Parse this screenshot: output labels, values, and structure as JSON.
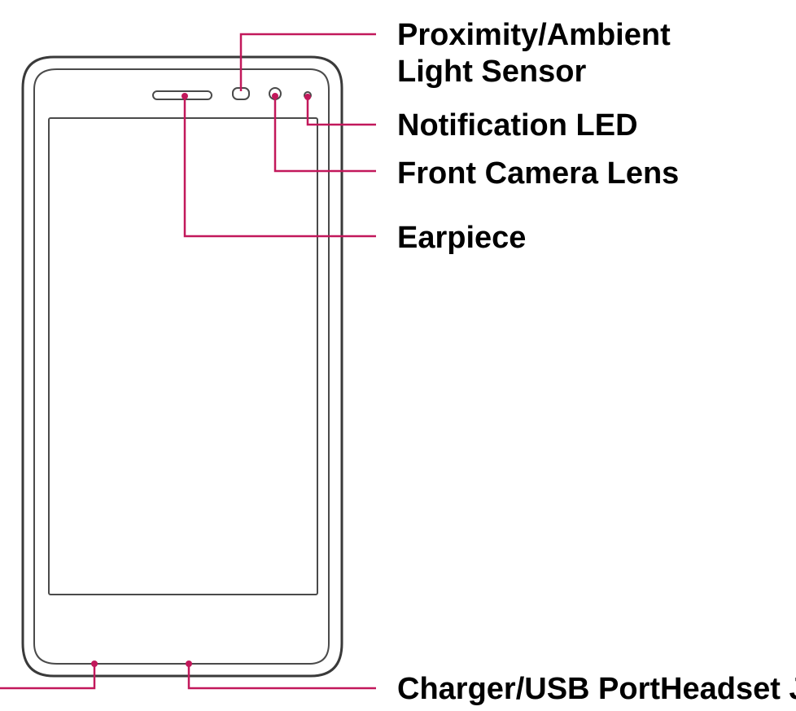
{
  "diagram": {
    "labels": {
      "proximity_line1": "Proximity/Ambient",
      "proximity_line2": "Light Sensor",
      "notification_led": "Notification LED",
      "front_camera_lens": "Front Camera Lens",
      "earpiece": "Earpiece",
      "bottom_right": "Charger/USB PortHeadset Jack"
    },
    "colors": {
      "leader": "#c2185b",
      "outline": "#3a3a3a"
    }
  }
}
